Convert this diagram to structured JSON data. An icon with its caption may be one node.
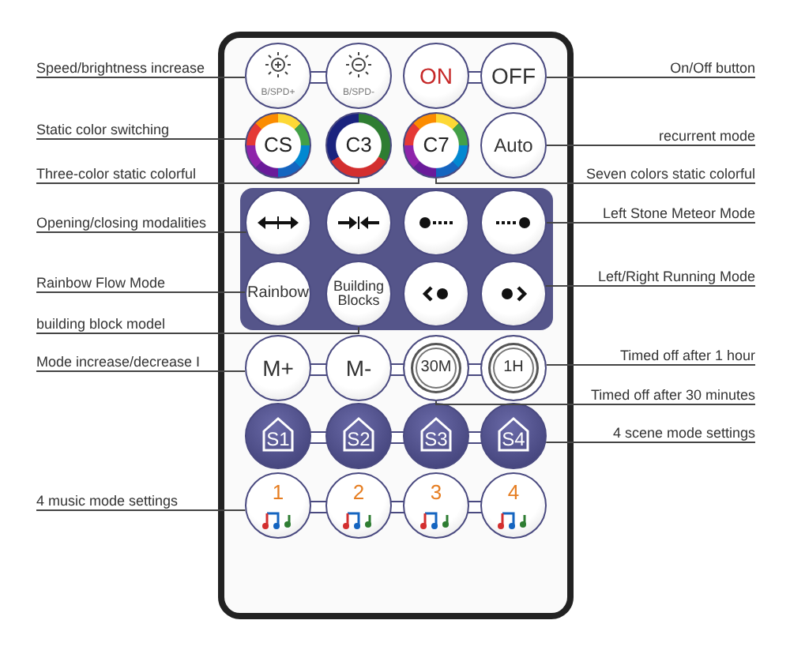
{
  "diagram": {
    "nodes": [
      {
        "text": [],
        "shape": "box"
      },
      {
        "text": [
          "B/SPD+"
        ],
        "in": 0
      },
      {
        "text": [
          "B/SPD-"
        ],
        "in": 0
      },
      {
        "text": [
          "ON"
        ],
        "in": 0
      },
      {
        "text": [
          "OFF"
        ],
        "in": 0
      },
      {
        "text": [
          "CS"
        ],
        "in": 0
      },
      {
        "text": [
          "C3"
        ],
        "in": 0
      },
      {
        "text": [
          "C7"
        ],
        "in": 0
      },
      {
        "text": [
          "Auto"
        ],
        "in": 0
      },
      {
        "text": [],
        "shape": "circle",
        "in": 0
      },
      {
        "text": [],
        "shape": "circle",
        "in": 0
      },
      {
        "text": [],
        "shape": "circle",
        "in": 0
      },
      {
        "text": [],
        "shape": "circle",
        "in": 0
      },
      {
        "text": [
          "Rainbow"
        ],
        "in": 0
      },
      {
        "text": [
          "Building Blocks"
        ],
        "in": 0
      },
      {
        "text": [],
        "shape": "circle",
        "in": 0
      },
      {
        "text": [],
        "shape": "circle",
        "in": 0
      },
      {
        "text": [
          "M+"
        ],
        "in": 0
      },
      {
        "text": [
          "M-"
        ],
        "in": 0
      },
      {
        "text": [
          "30M"
        ],
        "in": 0
      },
      {
        "text": [
          "1H"
        ],
        "in": 0
      },
      {
        "text": [
          "S1"
        ],
        "in": 0
      },
      {
        "text": [
          "S2"
        ],
        "in": 0
      },
      {
        "text": [
          "S3"
        ],
        "in": 0
      },
      {
        "text": [
          "S4"
        ],
        "in": 0
      },
      {
        "text": [
          "1"
        ],
        "in": 0
      },
      {
        "text": [
          "2"
        ],
        "in": 0
      },
      {
        "text": [
          "3"
        ],
        "in": 0
      },
      {
        "text": [
          "4"
        ],
        "in": 0
      },
      {
        "text": [
          "Speed/brightness increase"
        ]
      },
      {
        "text": [
          "On/Off button"
        ]
      },
      {
        "text": [
          "Static color switching"
        ]
      },
      {
        "text": [
          "recurrent mode"
        ]
      },
      {
        "text": [
          "Three-color static colorful"
        ]
      },
      {
        "text": [
          "Seven colors static colorful"
        ]
      },
      {
        "text": [
          "Opening/closing modalities"
        ]
      },
      {
        "text": [
          "Left Stone Meteor Mode"
        ]
      },
      {
        "text": [
          "Rainbow Flow Mode"
        ]
      },
      {
        "text": [
          "Left/Right Running Mode"
        ]
      },
      {
        "text": [
          "building block model"
        ]
      },
      {
        "text": [
          "Mode increase/decrease I"
        ]
      },
      {
        "text": [
          "Timed off after 1 hour"
        ]
      },
      {
        "text": [
          "Timed off after 30 minutes"
        ]
      },
      {
        "text": [
          "4 scene mode settings"
        ]
      },
      {
        "text": [
          "4 music mode settings"
        ]
      }
    ],
    "edges": [
      {
        "from": 29,
        "to": 1,
        "arrow": "none"
      },
      {
        "from": 30,
        "to": 4,
        "arrow": "none"
      },
      {
        "from": 31,
        "to": 5,
        "arrow": "none"
      },
      {
        "from": 32,
        "to": 8,
        "arrow": "none"
      },
      {
        "from": 33,
        "to": 6,
        "arrow": "none"
      },
      {
        "from": 34,
        "to": 7,
        "arrow": "none"
      },
      {
        "from": 35,
        "to": 9,
        "arrow": "none"
      },
      {
        "from": 36,
        "to": 12,
        "arrow": "none"
      },
      {
        "from": 37,
        "to": 13,
        "arrow": "none"
      },
      {
        "from": 38,
        "to": 16,
        "arrow": "none"
      },
      {
        "from": 39,
        "to": 14,
        "arrow": "none"
      },
      {
        "from": 40,
        "to": 17,
        "arrow": "none"
      },
      {
        "from": 41,
        "to": 20,
        "arrow": "none"
      },
      {
        "from": 42,
        "to": 19,
        "arrow": "none"
      },
      {
        "from": 43,
        "to": 24,
        "arrow": "none"
      },
      {
        "from": 44,
        "to": 25,
        "arrow": "none"
      }
    ]
  }
}
